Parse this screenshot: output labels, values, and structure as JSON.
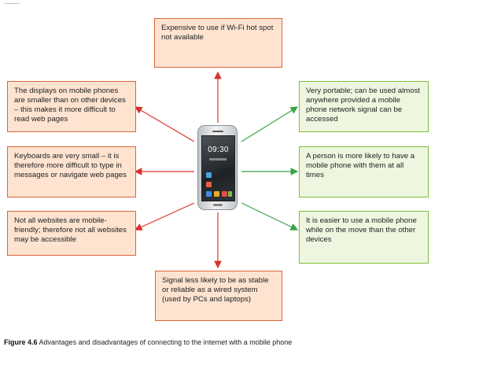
{
  "diagram": {
    "top": "Expensive to use if Wi-Fi hot spot not available",
    "bottom": "Signal less likely to be as stable or reliable as a wired system (used by PCs and laptops)",
    "left": [
      "The displays on mobile phones are smaller than on other devices – this makes it more difficult to read web pages",
      "Keyboards are very small – it is therefore more difficult to type in messages or navigate web pages",
      "Not all websites are mobile-friendly; therefore not all websites may be accessible"
    ],
    "right": [
      "Very portable; can be used almost anywhere provided a mobile phone network signal can be accessed",
      "A person is more likely to have a mobile phone with them at all times",
      "It is easier to use a mobile phone while on the move than the other devices"
    ],
    "phone_time": "09:30",
    "colors": {
      "disadvantage_fill": "#fde3d0",
      "disadvantage_border": "#d8663a",
      "advantage_fill": "#eef6df",
      "advantage_border": "#7cbd3a",
      "red_arrow": "#d9322e",
      "green_arrow": "#39a347"
    }
  },
  "caption": {
    "label": "Figure 4.6",
    "text": "Advantages and disadvantages of connecting to the internet with a mobile phone"
  }
}
